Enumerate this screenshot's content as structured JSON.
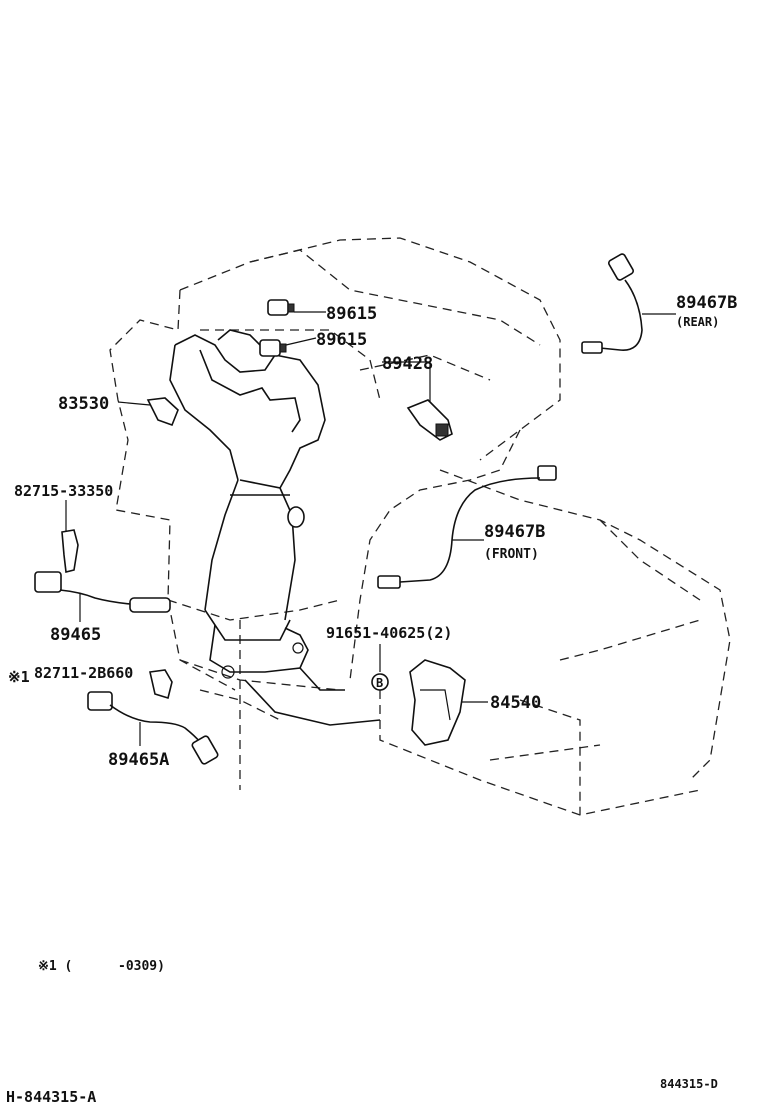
{
  "parts": {
    "p89615a": "89615",
    "p89615b": "89615",
    "p89428": "89428",
    "p83530": "83530",
    "p89467b_rear": "89467B",
    "rear_note": "(REAR)",
    "p82715": "82715-33350",
    "p89467b_front": "89467B",
    "front_note": "(FRONT)",
    "p89465": "89465",
    "p91651": "91651-40625(2)",
    "bolt_symbol": "B",
    "p82711_mark": "※1",
    "p82711": "82711-2B660",
    "p84540": "84540",
    "p89465a": "89465A"
  },
  "footnote": {
    "mark": "※1 (",
    "range": "-0309)"
  },
  "codes": {
    "left": "H-844315-A",
    "right": "844315-D"
  }
}
